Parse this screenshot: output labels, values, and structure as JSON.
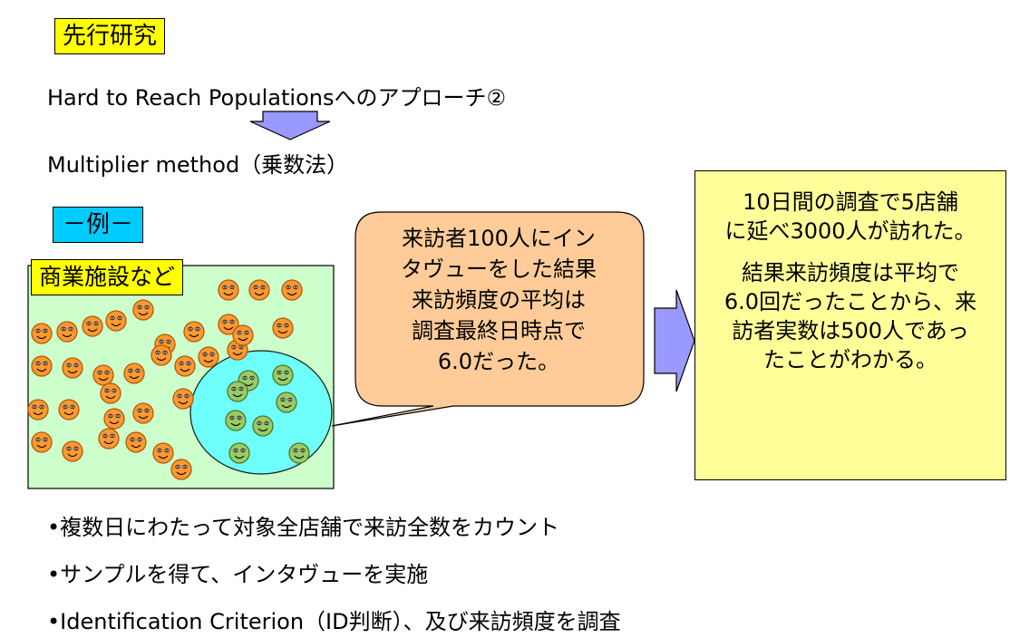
{
  "header": {
    "tag_label": "先行研究",
    "line1": "Hard to Reach Populationsへのアプローチ②",
    "line2": "Multiplier method（乗数法）"
  },
  "example": {
    "tag_label": "－例－",
    "facility_label": "商業施設など",
    "bubble_lines": [
      "来訪者100人にイン",
      "タヴューをした結果",
      "来訪頻度の平均は",
      "調査最終日時点で",
      "6.0だった。"
    ]
  },
  "result_panel": {
    "para1_lines": [
      "10日間の調査で5店舗",
      "に延べ3000人が訪れた。"
    ],
    "para2_lines": [
      "結果来訪頻度は平均で",
      "6.0回だったことから、来",
      "訪者実数は500人であっ",
      "たことがわかる。"
    ]
  },
  "bullets": [
    "•複数日にわたって対象全店舗で来訪全数をカウント",
    "•サンプルを得て、インタヴューを実施",
    "•Identification Criterion（ID判断）、及び来訪頻度を調査"
  ],
  "colors": {
    "yellow_tag": "#ffff00",
    "cyan_tag": "#00ccff",
    "panel_yellow": "#ffff99",
    "facility_green": "#ccffcc",
    "bubble_orange": "#ffcc99",
    "arrow_blue": "#9999ff",
    "face_orange": "#ff9933",
    "face_green": "#99cc66",
    "ellipse_cyan": "#66ffff"
  }
}
